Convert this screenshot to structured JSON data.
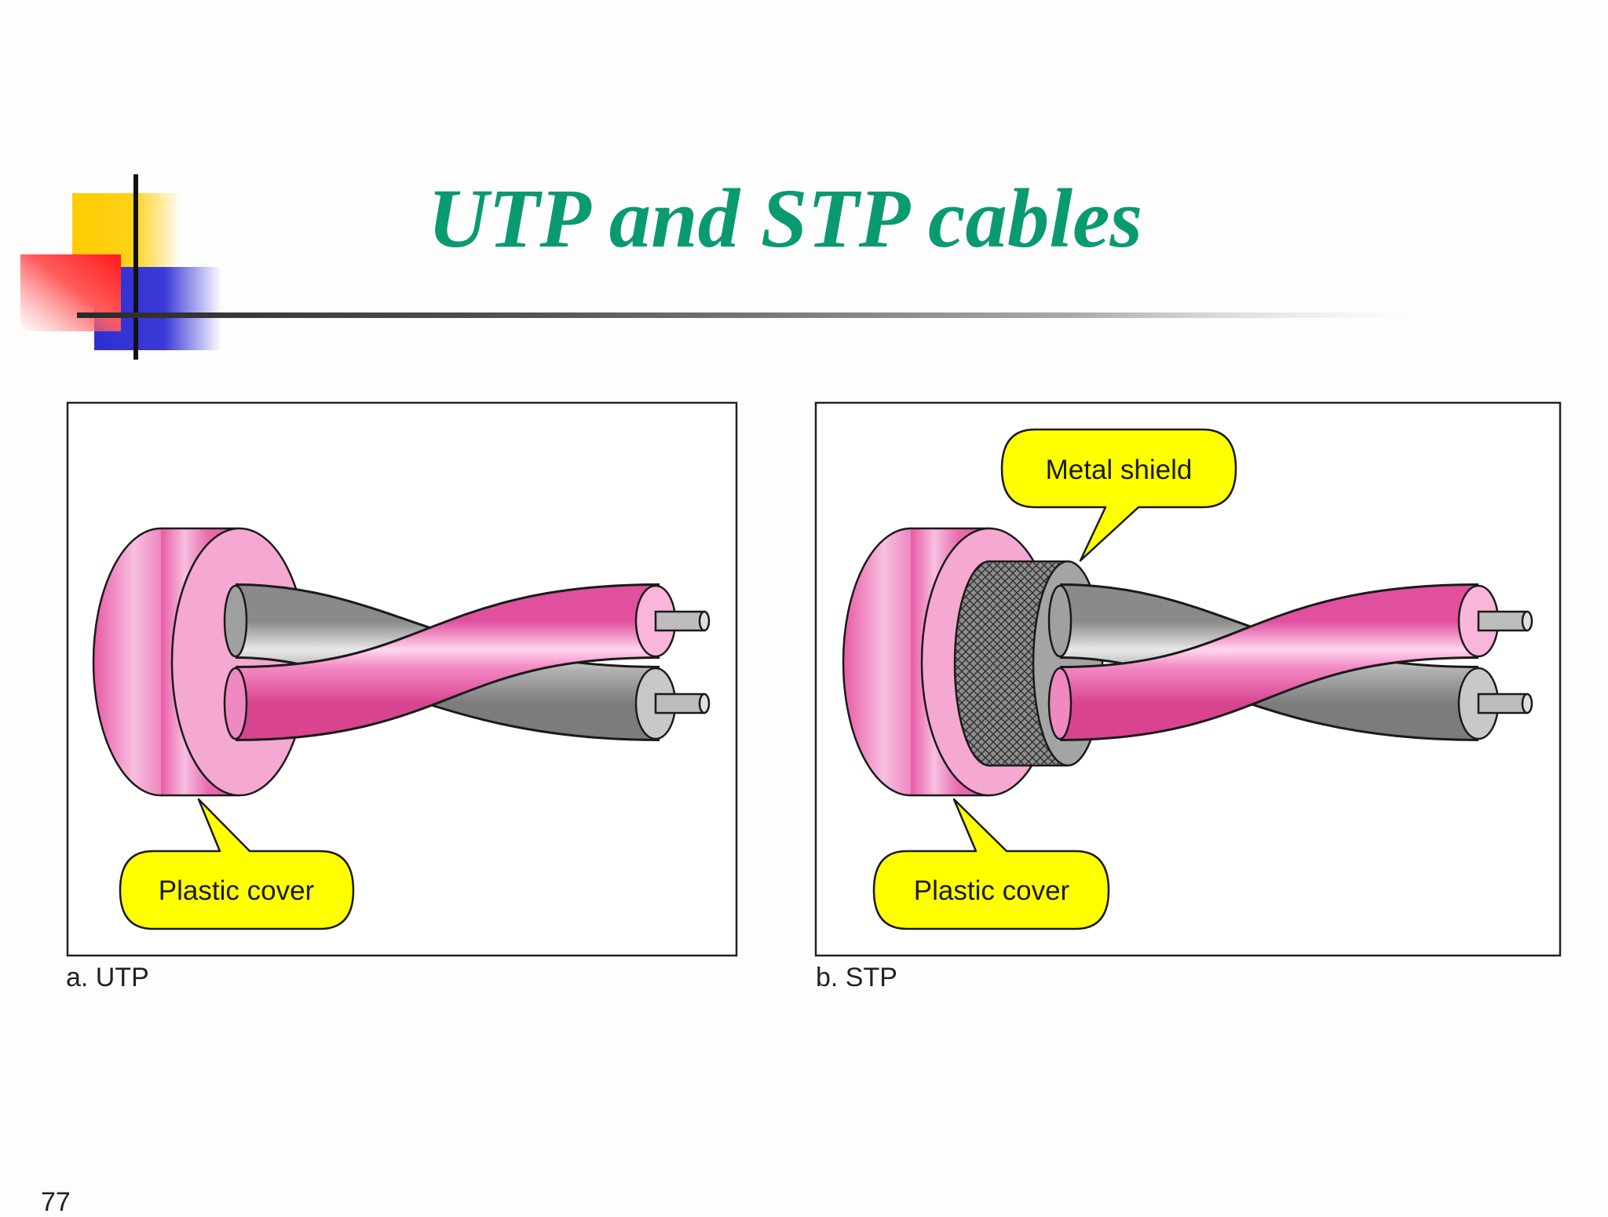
{
  "slide": {
    "title": "UTP and STP cables",
    "page_number": "77"
  },
  "panels": [
    {
      "caption": "a. UTP",
      "callouts": [
        "Plastic cover"
      ]
    },
    {
      "caption": "b. STP",
      "callouts": [
        "Metal shield",
        "Plastic cover"
      ]
    }
  ],
  "colors": {
    "title": "#0a9a72",
    "callout_fill": "#ffff00",
    "cover_pink": "#e86aab",
    "wire_pink": "#f27cc0",
    "wire_gray": "#a8a8a8",
    "decor_yellow": "#ffcc00",
    "decor_red": "#ff2222",
    "decor_blue": "#3333cc"
  }
}
